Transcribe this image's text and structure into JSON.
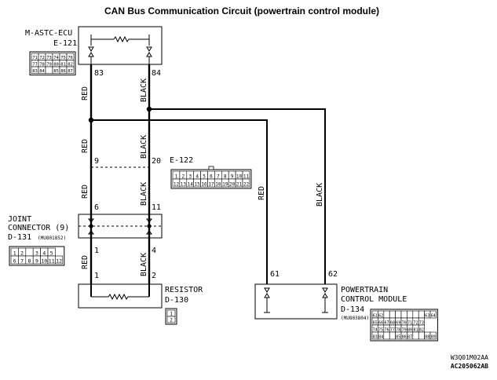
{
  "title": "CAN Bus Communication Circuit (powertrain control module)",
  "ecu": {
    "name": "M-ASTC-ECU",
    "code": "E-121"
  },
  "ecu_connector": {
    "row1": [
      "71",
      "72",
      "73",
      "74",
      "75",
      "76"
    ],
    "row2": [
      "77",
      "78",
      "79",
      "80",
      "81",
      "82"
    ],
    "row3": [
      "83",
      "84",
      "",
      "85",
      "86",
      "87"
    ]
  },
  "pins": {
    "ecu_red": "83",
    "ecu_black": "84",
    "jc_in_red": "9",
    "jc_in_black": "20",
    "jc_top_red": "6",
    "jc_top_black": "11",
    "jc_bot_red": "1",
    "jc_bot_black": "4",
    "res_red": "1",
    "res_black": "2",
    "pcm_red": "61",
    "pcm_black": "62"
  },
  "wires": {
    "red": "RED",
    "black": "BLACK"
  },
  "e122": {
    "code": "E-122",
    "row1": [
      "1",
      "2",
      "3",
      "4",
      "5",
      "6",
      "7",
      "8",
      "9",
      "10",
      "11"
    ],
    "row2": [
      "12",
      "13",
      "14",
      "15",
      "16",
      "17",
      "18",
      "19",
      "20",
      "21",
      "22"
    ]
  },
  "joint": {
    "line1": "JOINT",
    "line2": "CONNECTOR (9)",
    "code": "D-131",
    "part": "(MU801852)"
  },
  "joint_connector": {
    "row1": [
      "1",
      "2",
      "",
      "3",
      "4",
      "5"
    ],
    "row2": [
      "6",
      "7",
      "8",
      "9",
      "10",
      "11",
      "12"
    ]
  },
  "resistor": {
    "name": "RESISTOR",
    "code": "D-130",
    "pins": [
      "1",
      "2"
    ]
  },
  "pcm": {
    "line1": "POWERTRAIN",
    "line2": "CONTROL MODULE",
    "code": "D-134",
    "part": "(MU803804)"
  },
  "pcm_connector": {
    "row1": [
      "61",
      "62",
      "",
      "",
      "",
      "",
      "",
      "",
      "",
      "63",
      "64"
    ],
    "row2": [
      "65",
      "66",
      "67",
      "68",
      "69",
      "70",
      "71",
      "72",
      "73"
    ],
    "row3": [
      "74",
      "75",
      "76",
      "77",
      "78",
      "79",
      "80",
      "81",
      "82"
    ],
    "row4": [
      "83",
      "84",
      "",
      "",
      "85",
      "86",
      "87",
      "",
      "",
      "88",
      "89"
    ]
  },
  "footer": {
    "line1": "W3Q01M02AA",
    "line2": "AC205062AB"
  }
}
